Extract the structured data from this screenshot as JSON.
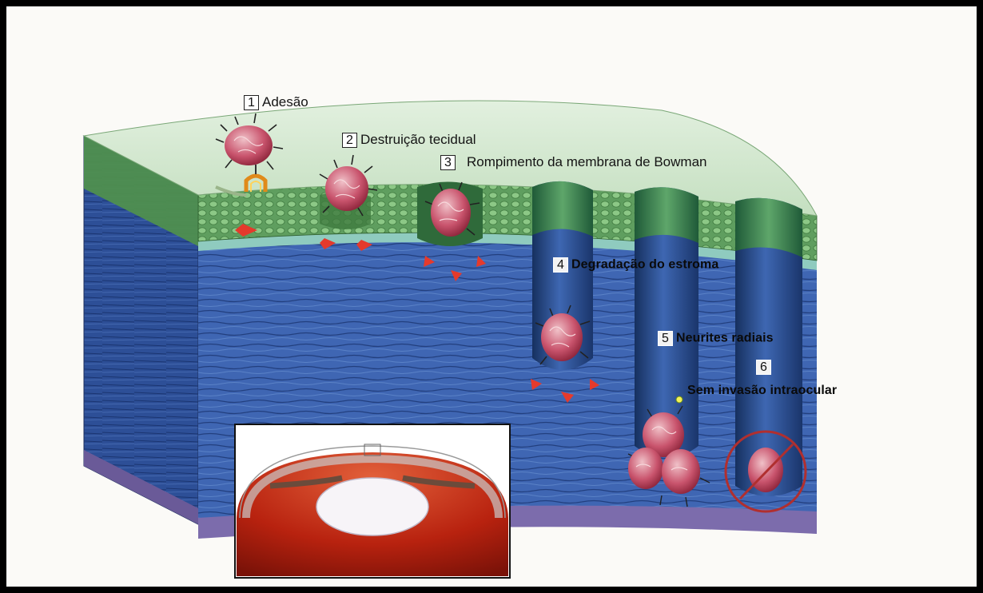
{
  "labels": [
    {
      "num": "1",
      "text": "Adesão"
    },
    {
      "num": "2",
      "text": "Destruição tecidual"
    },
    {
      "num": "3",
      "text": "Rompimento da membrana de Bowman"
    },
    {
      "num": "4",
      "text": "Degradação do estroma"
    },
    {
      "num": "5",
      "text": "Neurites radiais"
    },
    {
      "num": "6",
      "text": "Sem invasão intraocular"
    }
  ],
  "colors": {
    "epithelium": "#6ea86c",
    "epithelium_top": "#d8ecd6",
    "bowman": "#8cc7bd",
    "stroma": "#3d63b0",
    "stroma_dark": "#1d3775",
    "endothelium": "#7a6aa8",
    "organism": "#c84a63",
    "cyst_arrows": "#e23a2e",
    "no_invasion_circle": "#b23232"
  },
  "icons": [
    "acanthamoeba-trophozoite",
    "receptor-icon",
    "protease-arrow-icon",
    "prohibited-circle-icon",
    "eye-cross-section"
  ]
}
